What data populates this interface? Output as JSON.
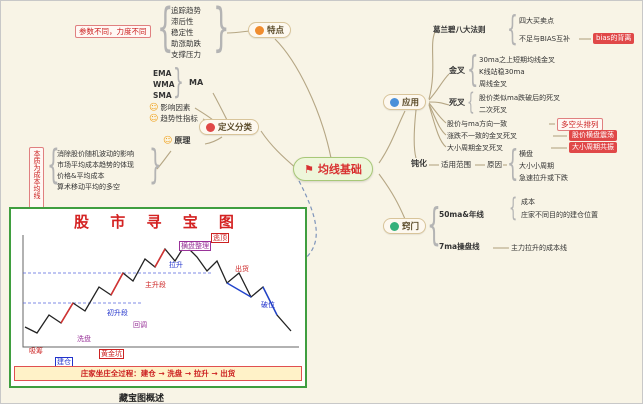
{
  "icons": {
    "flag": "⚑",
    "smiley": "☺"
  },
  "center": {
    "label": "均线基础"
  },
  "tedian": {
    "label": "特点",
    "note": "参数不同，力度不同",
    "items": [
      "追踪趋势",
      "滞后性",
      "稳定性",
      "助涨助跌",
      "支撑压力"
    ]
  },
  "dingyi": {
    "label": "定义分类",
    "ma_label": "MA",
    "ma_types": [
      "EMA",
      "WMA",
      "SMA"
    ],
    "extras": [
      "影响因素",
      "趋势性指标"
    ],
    "yuanli_label": "原理",
    "essence": "本质为成本均线",
    "yuanli_items": [
      "消除股价随机波动的影响",
      "市场平均成本趋势的体现",
      "价格&平均成本",
      "算术移动平均的多空"
    ]
  },
  "yingyong": {
    "label": "应用",
    "gelanbi_label": "葛兰碧八大法则",
    "gelanbi_items": [
      "四大买卖点",
      "不足与BIAS互补"
    ],
    "gelanbi_highlight": "bias的背离",
    "jincha_label": "金叉",
    "jincha_items": [
      "30ma之上短期均线金叉",
      "K线站稳30ma",
      "周线金叉"
    ],
    "sicha_label": "死叉",
    "sicha_items": [
      "股价类似ma跌破后的死叉",
      "二次死叉"
    ],
    "rows": [
      {
        "left": "股价与ma方向一致",
        "right": "多空头排列"
      },
      {
        "left": "涨跌不一致的金叉死叉",
        "right": "股价横盘震荡"
      },
      {
        "left": "大小周期金叉死叉",
        "right": "大小周期共振"
      }
    ],
    "dunhua_label": "钝化",
    "scope_label": "适用范围",
    "reason_label": "原因",
    "scope_items": [
      "横盘",
      "大小小周期",
      "急速拉升或下跌"
    ]
  },
  "qiaomen": {
    "label": "窍门",
    "line1_label": "50ma&年线",
    "line1_notes": [
      "成本",
      "庄家不同目的的建仓位置"
    ],
    "line2_label": "7ma操盘线",
    "line2_note": "主力拉升的成本线"
  },
  "treasure": {
    "title": "股 市 寻 宝 图",
    "banner": "庄家坐庄全过程：建仓 → 洗盘 → 拉升 → 出货",
    "caption": "藏宝图概述",
    "labels": [
      "吸筹",
      "建仓",
      "洗盘",
      "黄金坑",
      "初升段",
      "回调",
      "主升段",
      "拉升",
      "横盘整理",
      "逃顶",
      "出货",
      "破位"
    ]
  }
}
